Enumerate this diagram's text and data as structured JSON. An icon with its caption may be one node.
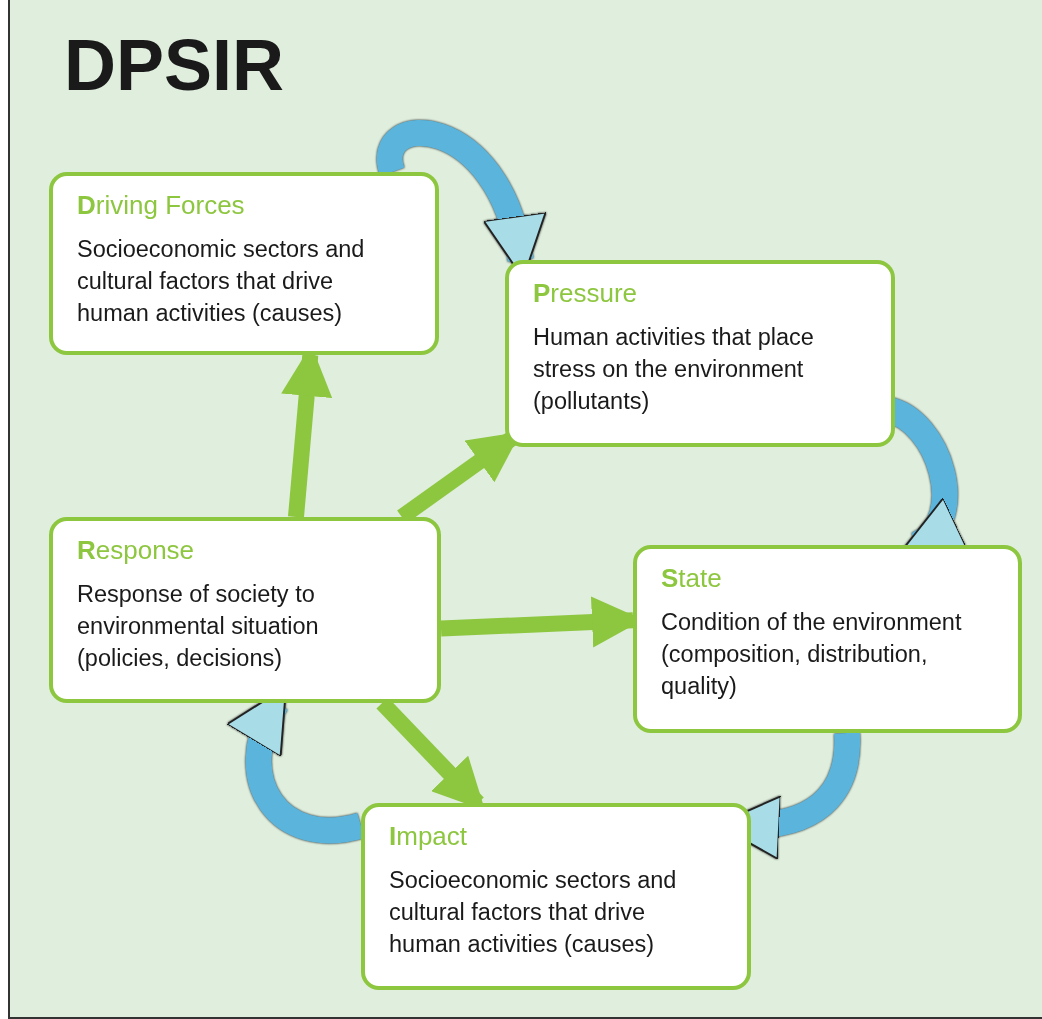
{
  "diagram": {
    "title": "DPSIR",
    "nodes": [
      {
        "text": [
          "**D**riving Forces",
          "Socioeconomic sectors and cultural factors that drive human activities (causes)"
        ]
      },
      {
        "text": [
          "**P**ressure",
          "Human activities that place stress on the environment (pollutants)"
        ]
      },
      {
        "text": [
          "**R**esponse",
          "Response of society to environmental situation (policies, decisions)"
        ]
      },
      {
        "text": [
          "**S**tate",
          "Condition of the environment (composition, distribution, quality)"
        ]
      },
      {
        "text": [
          "**I**mpact",
          "Socioeconomic sectors and cultural factors that drive human activities (causes)"
        ]
      }
    ],
    "edges": [
      {
        "from": 0,
        "to": 1,
        "arrow": "to",
        "color": "#5ab4dc"
      },
      {
        "from": 1,
        "to": 3,
        "arrow": "to",
        "color": "#5ab4dc"
      },
      {
        "from": 3,
        "to": 4,
        "arrow": "to",
        "color": "#5ab4dc"
      },
      {
        "from": 4,
        "to": 2,
        "arrow": "to",
        "color": "#5ab4dc"
      },
      {
        "from": 2,
        "to": 0,
        "arrow": "to",
        "color": "#8dc63f"
      },
      {
        "from": 2,
        "to": 1,
        "arrow": "to",
        "color": "#8dc63f"
      },
      {
        "from": 2,
        "to": 3,
        "arrow": "to",
        "color": "#8dc63f"
      },
      {
        "from": 2,
        "to": 4,
        "arrow": "to",
        "color": "#8dc63f"
      }
    ]
  }
}
